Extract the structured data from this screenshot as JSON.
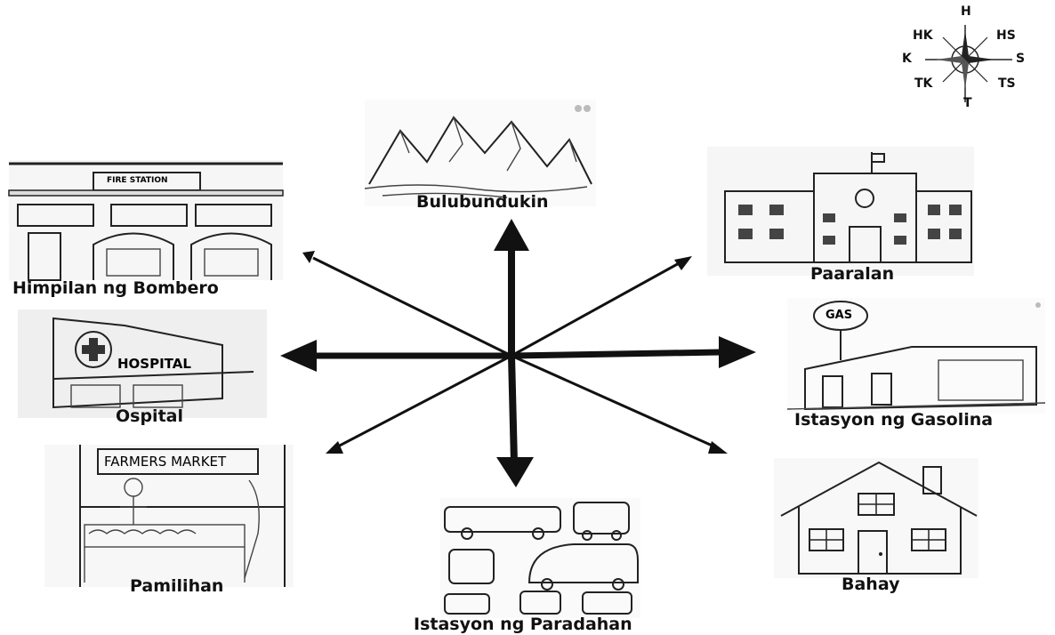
{
  "compass": {
    "north": "H",
    "northwest": "HK",
    "northeast": "HS",
    "west": "K",
    "east": "S",
    "southwest": "TK",
    "southeast": "TS",
    "south": "T"
  },
  "places": {
    "north": "Bulubundukin",
    "northeast": "Paaralan",
    "east": "Istasyon ng Gasolina",
    "southeast": "Bahay",
    "south": "Istasyon ng Paradahan",
    "southwest": "Pamilihan",
    "west": "Ospital",
    "northwest": "Himpilan ng Bombero"
  },
  "image_text": {
    "fire_station_sign": "FIRE STATION",
    "hospital_sign": "HOSPITAL",
    "market_sign": "FARMERS MARKET",
    "gas_sign": "GAS"
  }
}
